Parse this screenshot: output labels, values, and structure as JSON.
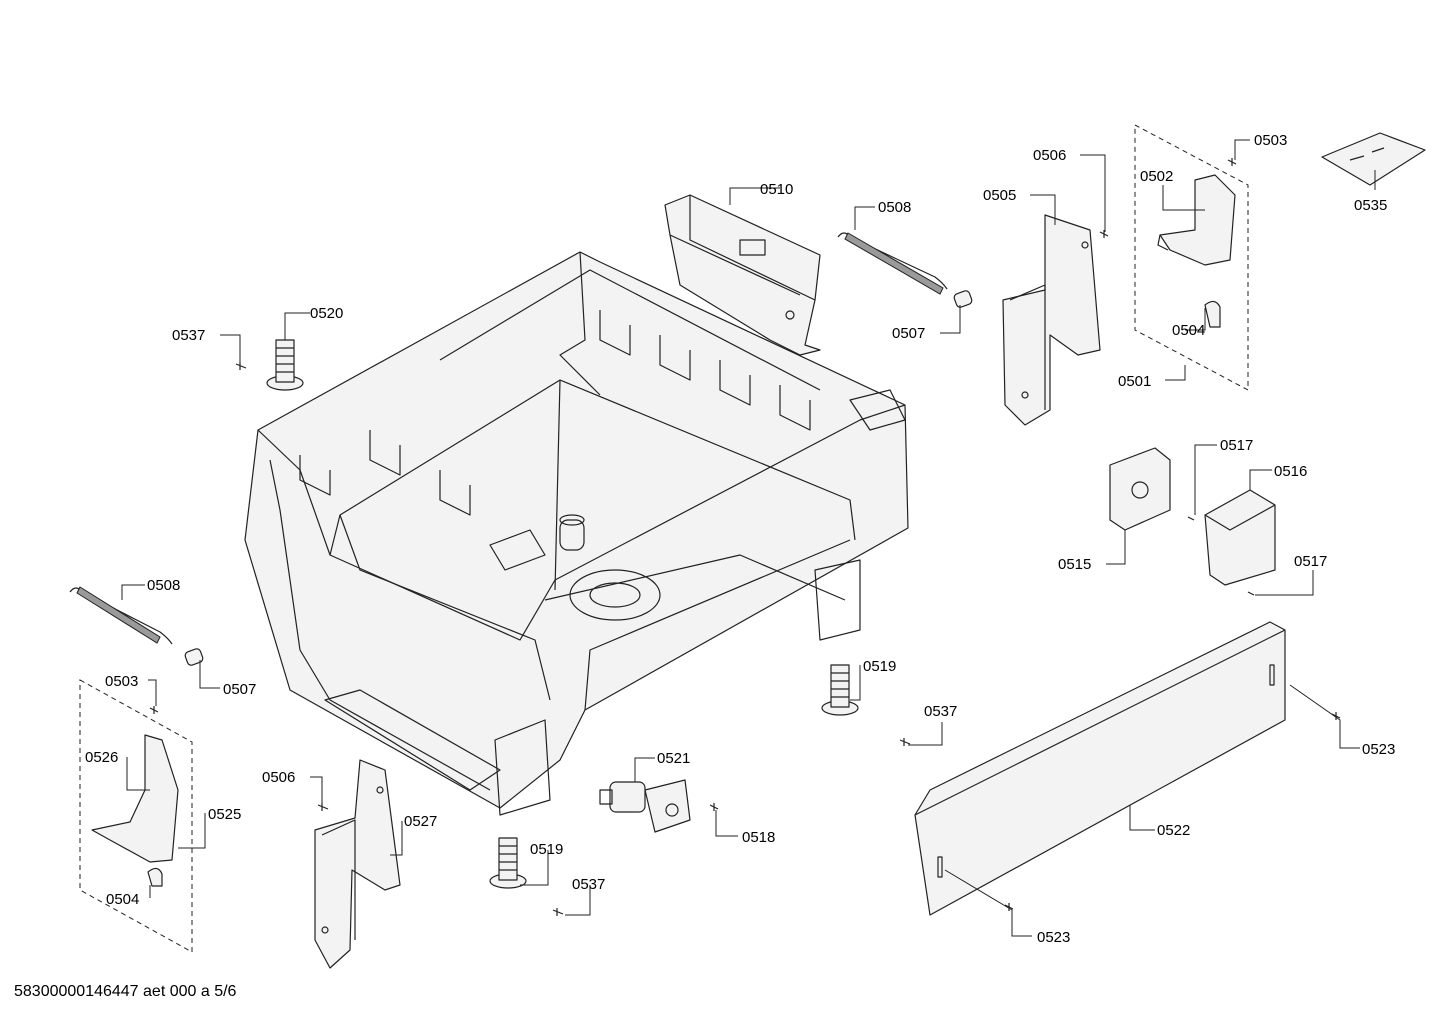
{
  "diagram": {
    "labels": [
      "0503",
      "0535",
      "0506",
      "0502",
      "0505",
      "0510",
      "0508",
      "0520",
      "0537",
      "0507",
      "0504",
      "0501",
      "0517",
      "0516",
      "0515",
      "0517",
      "0508",
      "0519",
      "0503",
      "0507",
      "0537",
      "0523",
      "0521",
      "0526",
      "0506",
      "0525",
      "0518",
      "0527",
      "0522",
      "0519",
      "0537",
      "0504",
      "0523"
    ]
  },
  "footer": {
    "doc_id": "58300000146447 aet 000 a 5/6"
  }
}
